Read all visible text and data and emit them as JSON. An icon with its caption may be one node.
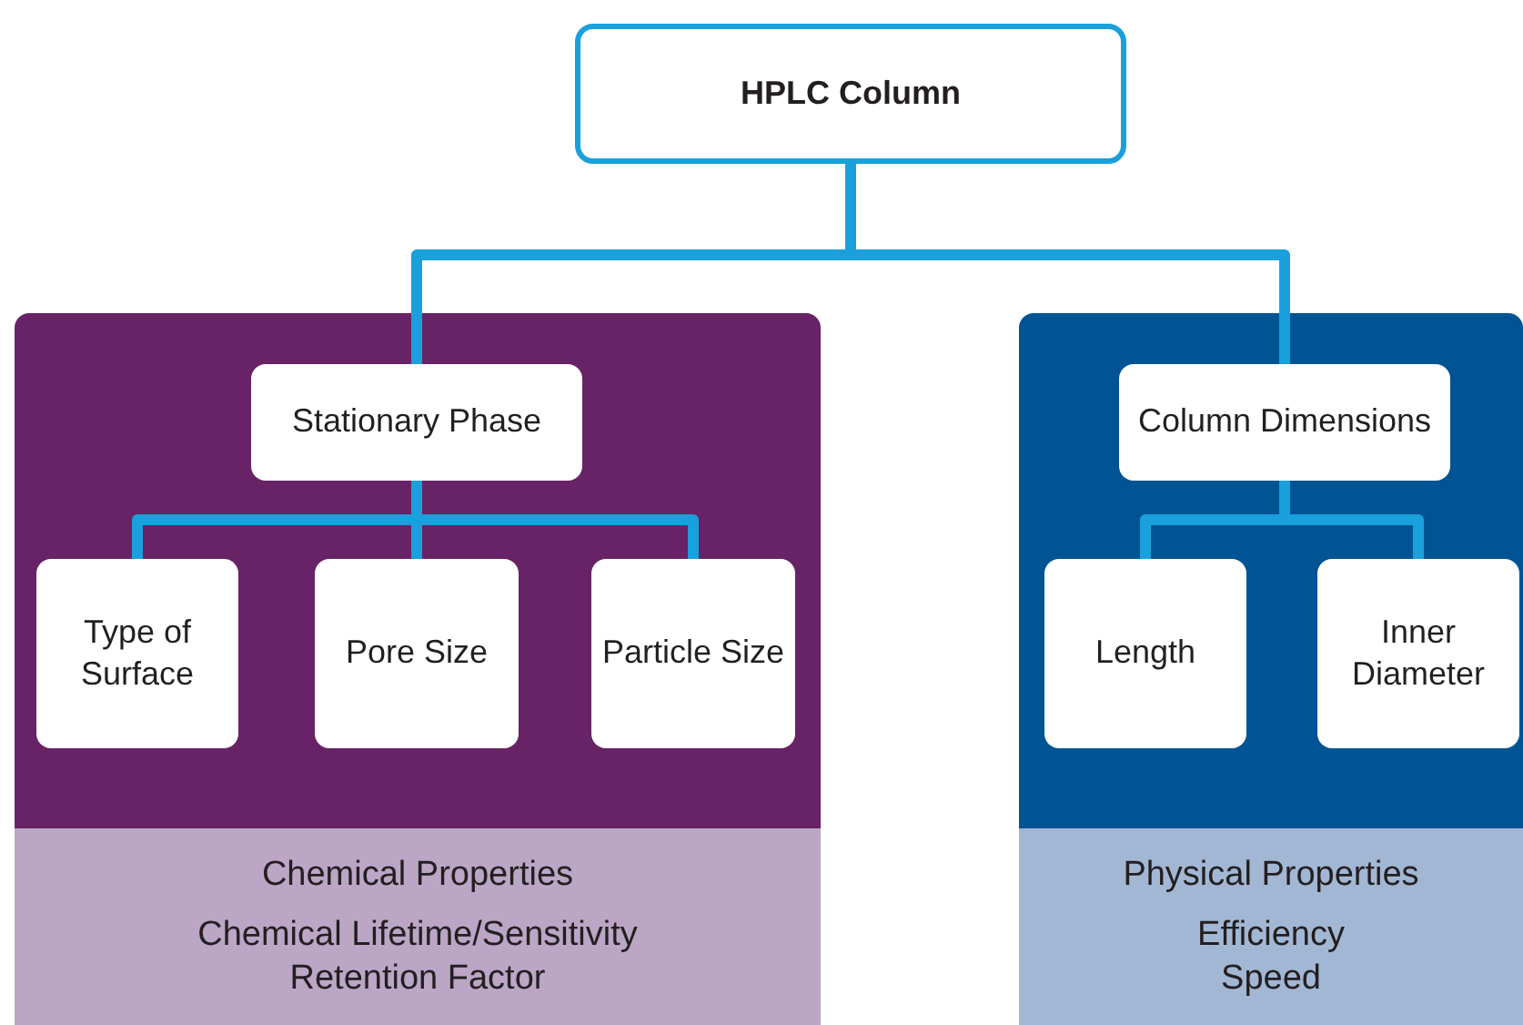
{
  "diagram": {
    "nodes": [
      {
        "text": [
          "HPLC Column"
        ]
      },
      {
        "text": [],
        "shape": "box"
      },
      {
        "text": [
          "Stationary Phase"
        ],
        "in": 1
      },
      {
        "text": [
          "Type of Surface"
        ],
        "in": 1
      },
      {
        "text": [
          "Pore Size"
        ],
        "in": 1
      },
      {
        "text": [
          "Particle Size"
        ],
        "in": 1
      },
      {
        "text": [
          "Chemical Properties",
          "Chemical Lifetime/Sensitivity",
          "Retention Factor"
        ],
        "in": 1
      },
      {
        "text": [],
        "shape": "box"
      },
      {
        "text": [
          "Column Dimensions"
        ],
        "in": 7
      },
      {
        "text": [
          "Length"
        ],
        "in": 7
      },
      {
        "text": [
          "Inner Diameter"
        ],
        "in": 7
      },
      {
        "text": [
          "Physical Properties",
          "Efficiency",
          "Speed"
        ],
        "in": 7
      }
    ],
    "edges": [
      {
        "from": 0,
        "to": 2,
        "arrow": "none"
      },
      {
        "from": 0,
        "to": 8,
        "arrow": "none"
      },
      {
        "from": 2,
        "to": 3,
        "arrow": "none"
      },
      {
        "from": 2,
        "to": 4,
        "arrow": "none"
      },
      {
        "from": 2,
        "to": 5,
        "arrow": "none"
      },
      {
        "from": 8,
        "to": 9,
        "arrow": "none"
      },
      {
        "from": 8,
        "to": 10,
        "arrow": "none"
      }
    ]
  }
}
